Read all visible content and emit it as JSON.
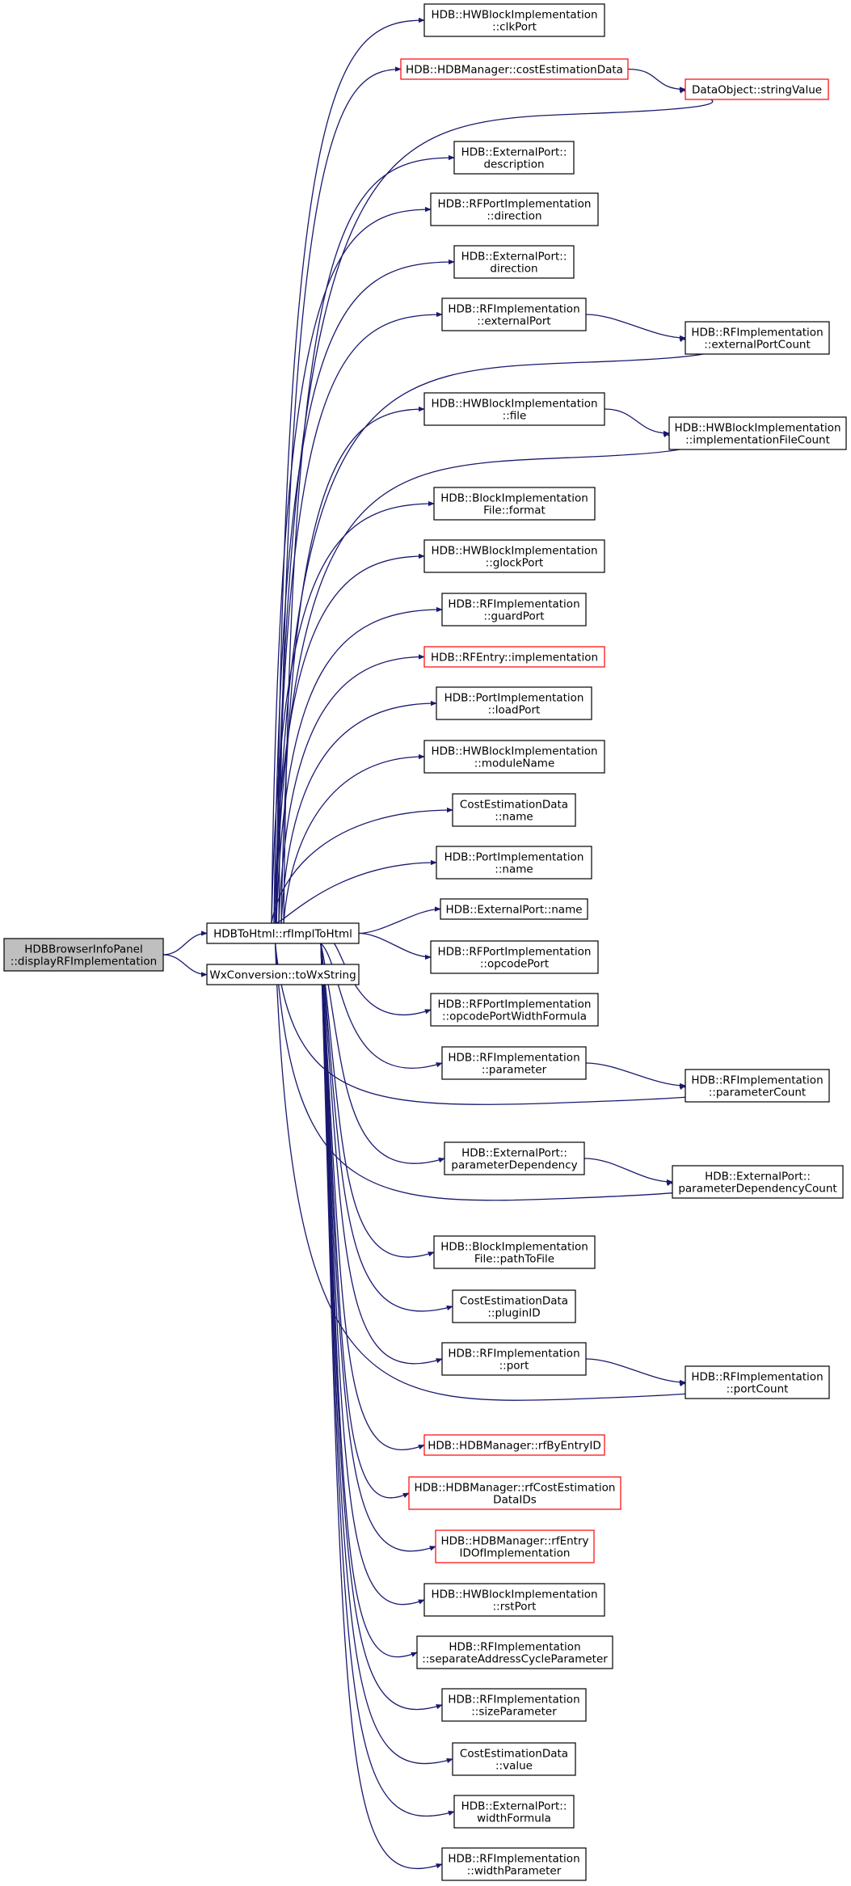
{
  "title": "",
  "colors": {
    "edge": "#191970",
    "box_border": "#000000",
    "truncated_border": "#ff0000",
    "root_fill": "#bfbfbf",
    "background": "#ffffff"
  },
  "nodes": [
    {
      "id": "root",
      "lines": [
        "HDBBrowserInfoPanel",
        "::displayRFImplementation"
      ],
      "style": "root"
    },
    {
      "id": "rfimpl",
      "lines": [
        "HDBToHtml::rfImplToHtml"
      ],
      "style": "normal"
    },
    {
      "id": "towx",
      "lines": [
        "WxConversion::toWxString"
      ],
      "style": "normal"
    },
    {
      "id": "clkport",
      "lines": [
        "HDB::HWBlockImplementation",
        "::clkPort"
      ],
      "style": "normal"
    },
    {
      "id": "costest",
      "lines": [
        "HDB::HDBManager::costEstimationData"
      ],
      "style": "truncated"
    },
    {
      "id": "stringvalue",
      "lines": [
        "DataObject::stringValue"
      ],
      "style": "truncated"
    },
    {
      "id": "ext_desc",
      "lines": [
        "HDB::ExternalPort::",
        "description"
      ],
      "style": "normal"
    },
    {
      "id": "rfport_dir",
      "lines": [
        "HDB::RFPortImplementation",
        "::direction"
      ],
      "style": "normal"
    },
    {
      "id": "ext_dir",
      "lines": [
        "HDB::ExternalPort::",
        "direction"
      ],
      "style": "normal"
    },
    {
      "id": "rf_extport",
      "lines": [
        "HDB::RFImplementation",
        "::externalPort"
      ],
      "style": "normal"
    },
    {
      "id": "rf_extportcount",
      "lines": [
        "HDB::RFImplementation",
        "::externalPortCount"
      ],
      "style": "normal"
    },
    {
      "id": "hw_file",
      "lines": [
        "HDB::HWBlockImplementation",
        "::file"
      ],
      "style": "normal"
    },
    {
      "id": "hw_implfilecount",
      "lines": [
        "HDB::HWBlockImplementation",
        "::implementationFileCount"
      ],
      "style": "normal"
    },
    {
      "id": "bif_format",
      "lines": [
        "HDB::BlockImplementation",
        "File::format"
      ],
      "style": "normal"
    },
    {
      "id": "hw_glock",
      "lines": [
        "HDB::HWBlockImplementation",
        "::glockPort"
      ],
      "style": "normal"
    },
    {
      "id": "rf_guard",
      "lines": [
        "HDB::RFImplementation",
        "::guardPort"
      ],
      "style": "normal"
    },
    {
      "id": "rfentry_impl",
      "lines": [
        "HDB::RFEntry::implementation"
      ],
      "style": "truncated"
    },
    {
      "id": "port_load",
      "lines": [
        "HDB::PortImplementation",
        "::loadPort"
      ],
      "style": "normal"
    },
    {
      "id": "hw_module",
      "lines": [
        "HDB::HWBlockImplementation",
        "::moduleName"
      ],
      "style": "normal"
    },
    {
      "id": "ced_name",
      "lines": [
        "CostEstimationData",
        "::name"
      ],
      "style": "normal"
    },
    {
      "id": "port_name",
      "lines": [
        "HDB::PortImplementation",
        "::name"
      ],
      "style": "normal"
    },
    {
      "id": "ext_name",
      "lines": [
        "HDB::ExternalPort::name"
      ],
      "style": "normal"
    },
    {
      "id": "rfport_opcode",
      "lines": [
        "HDB::RFPortImplementation",
        "::opcodePort"
      ],
      "style": "normal"
    },
    {
      "id": "rfport_opcodewf",
      "lines": [
        "HDB::RFPortImplementation",
        "::opcodePortWidthFormula"
      ],
      "style": "normal"
    },
    {
      "id": "rf_param",
      "lines": [
        "HDB::RFImplementation",
        "::parameter"
      ],
      "style": "normal"
    },
    {
      "id": "rf_paramcount",
      "lines": [
        "HDB::RFImplementation",
        "::parameterCount"
      ],
      "style": "normal"
    },
    {
      "id": "ext_paramdep",
      "lines": [
        "HDB::ExternalPort::",
        "parameterDependency"
      ],
      "style": "normal"
    },
    {
      "id": "ext_paramdepcount",
      "lines": [
        "HDB::ExternalPort::",
        "parameterDependencyCount"
      ],
      "style": "normal"
    },
    {
      "id": "bif_path",
      "lines": [
        "HDB::BlockImplementation",
        "File::pathToFile"
      ],
      "style": "normal"
    },
    {
      "id": "ced_plugin",
      "lines": [
        "CostEstimationData",
        "::pluginID"
      ],
      "style": "normal"
    },
    {
      "id": "rf_port",
      "lines": [
        "HDB::RFImplementation",
        "::port"
      ],
      "style": "normal"
    },
    {
      "id": "rf_portcount",
      "lines": [
        "HDB::RFImplementation",
        "::portCount"
      ],
      "style": "normal"
    },
    {
      "id": "rfbyentry",
      "lines": [
        "HDB::HDBManager::rfByEntryID"
      ],
      "style": "truncated"
    },
    {
      "id": "rfcostest",
      "lines": [
        "HDB::HDBManager::rfCostEstimation",
        "DataIDs"
      ],
      "style": "truncated"
    },
    {
      "id": "rfentryid",
      "lines": [
        "HDB::HDBManager::rfEntry",
        "IDOfImplementation"
      ],
      "style": "truncated"
    },
    {
      "id": "hw_rst",
      "lines": [
        "HDB::HWBlockImplementation",
        "::rstPort"
      ],
      "style": "normal"
    },
    {
      "id": "rf_sep",
      "lines": [
        "HDB::RFImplementation",
        "::separateAddressCycleParameter"
      ],
      "style": "normal"
    },
    {
      "id": "rf_size",
      "lines": [
        "HDB::RFImplementation",
        "::sizeParameter"
      ],
      "style": "normal"
    },
    {
      "id": "ced_value",
      "lines": [
        "CostEstimationData",
        "::value"
      ],
      "style": "normal"
    },
    {
      "id": "ext_widthf",
      "lines": [
        "HDB::ExternalPort::",
        "widthFormula"
      ],
      "style": "normal"
    },
    {
      "id": "rf_widthp",
      "lines": [
        "HDB::RFImplementation",
        "::widthParameter"
      ],
      "style": "normal"
    }
  ],
  "edges": [
    [
      "root",
      "rfimpl"
    ],
    [
      "root",
      "towx"
    ],
    [
      "rfimpl",
      "clkport"
    ],
    [
      "rfimpl",
      "costest"
    ],
    [
      "rfimpl",
      "stringvalue"
    ],
    [
      "rfimpl",
      "ext_desc"
    ],
    [
      "rfimpl",
      "rfport_dir"
    ],
    [
      "rfimpl",
      "ext_dir"
    ],
    [
      "rfimpl",
      "rf_extport"
    ],
    [
      "rfimpl",
      "rf_extportcount"
    ],
    [
      "rfimpl",
      "hw_file"
    ],
    [
      "rfimpl",
      "hw_implfilecount"
    ],
    [
      "rfimpl",
      "bif_format"
    ],
    [
      "rfimpl",
      "hw_glock"
    ],
    [
      "rfimpl",
      "rf_guard"
    ],
    [
      "rfimpl",
      "rfentry_impl"
    ],
    [
      "rfimpl",
      "port_load"
    ],
    [
      "rfimpl",
      "hw_module"
    ],
    [
      "rfimpl",
      "ced_name"
    ],
    [
      "rfimpl",
      "port_name"
    ],
    [
      "rfimpl",
      "ext_name"
    ],
    [
      "rfimpl",
      "rfport_opcode"
    ],
    [
      "rfimpl",
      "rfport_opcodewf"
    ],
    [
      "rfimpl",
      "rf_param"
    ],
    [
      "rfimpl",
      "rf_paramcount"
    ],
    [
      "rfimpl",
      "ext_paramdep"
    ],
    [
      "rfimpl",
      "ext_paramdepcount"
    ],
    [
      "rfimpl",
      "bif_path"
    ],
    [
      "rfimpl",
      "ced_plugin"
    ],
    [
      "rfimpl",
      "rf_port"
    ],
    [
      "rfimpl",
      "rf_portcount"
    ],
    [
      "rfimpl",
      "rfbyentry"
    ],
    [
      "rfimpl",
      "rfcostest"
    ],
    [
      "rfimpl",
      "rfentryid"
    ],
    [
      "rfimpl",
      "hw_rst"
    ],
    [
      "rfimpl",
      "rf_sep"
    ],
    [
      "rfimpl",
      "rf_size"
    ],
    [
      "rfimpl",
      "ced_value"
    ],
    [
      "rfimpl",
      "ext_widthf"
    ],
    [
      "rfimpl",
      "rf_widthp"
    ],
    [
      "costest",
      "stringvalue"
    ],
    [
      "rf_extport",
      "rf_extportcount"
    ],
    [
      "hw_file",
      "hw_implfilecount"
    ],
    [
      "rf_param",
      "rf_paramcount"
    ],
    [
      "ext_paramdep",
      "ext_paramdepcount"
    ],
    [
      "rf_port",
      "rf_portcount"
    ]
  ]
}
